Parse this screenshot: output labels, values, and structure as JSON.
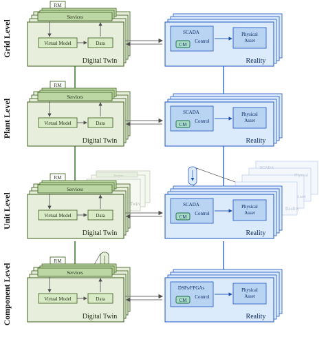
{
  "levels": [
    {
      "id": "grid",
      "label": "Grid Level",
      "control_top": "SCADA",
      "has_cm": true
    },
    {
      "id": "plant",
      "label": "Plant Level",
      "control_top": "SCADA",
      "has_cm": true
    },
    {
      "id": "unit",
      "label": "Unit Level",
      "control_top": "SCADA",
      "has_cm": true
    },
    {
      "id": "component",
      "label": "Component Level",
      "control_top": "DSPs/FPGAs",
      "has_cm": true
    }
  ],
  "digital_twin": {
    "title": "Digital Twin",
    "rm_label": "RM",
    "services_label": "Services",
    "virtual_model_label": "Virtual Model",
    "data_label": "Data"
  },
  "reality": {
    "title": "Reality",
    "control_label": "Control",
    "cm_label": "CM",
    "physical_asset_label": "Physical Asset",
    "physical_label": "Physical"
  },
  "ghost": {
    "services_label": "Services",
    "twin_label": "Twin",
    "scada_label": "SCADA",
    "asset_label": "Asset",
    "reality_label": "Reality"
  },
  "colors": {
    "twin_fill": "#e8eedc",
    "twin_stroke": "#4a6a2c",
    "services_fill": "#bcd7a4",
    "inner_fill": "#d8ebc6",
    "reality_fill": "#dcebfb",
    "reality_stroke": "#2f62c6",
    "inner_blue_fill": "#b9d4f3",
    "cm_fill": "#a9dcc6",
    "link": "#6d6d6d"
  }
}
